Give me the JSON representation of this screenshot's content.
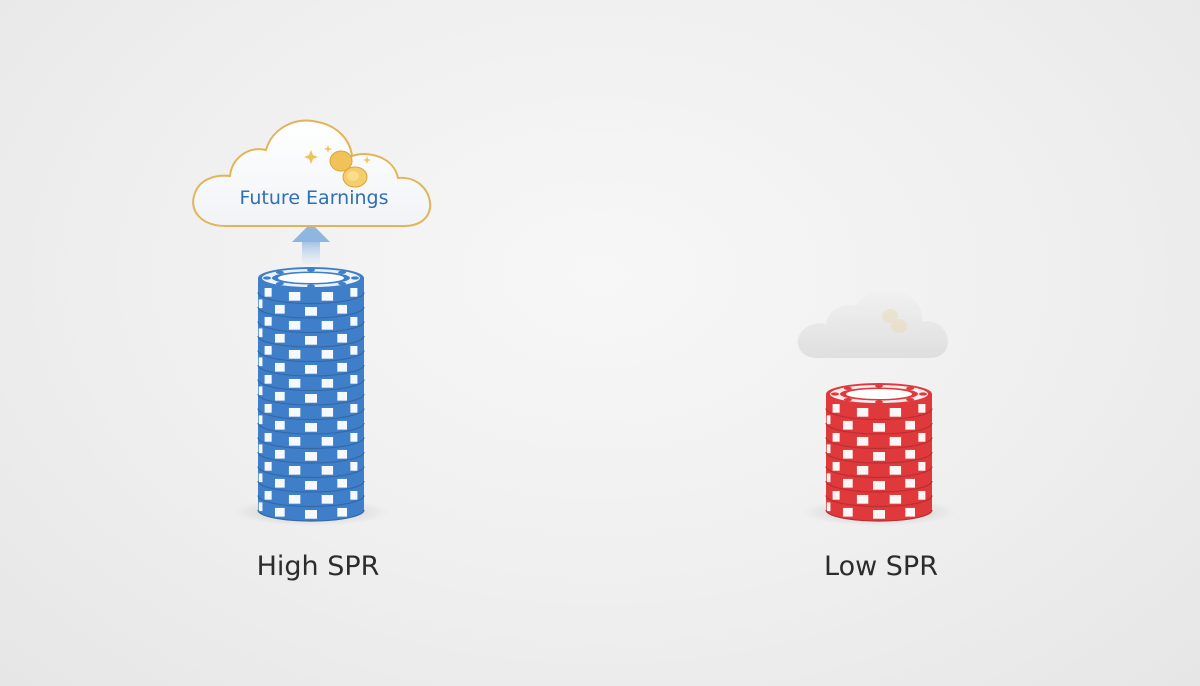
{
  "stacks": [
    {
      "id": "high",
      "label": "High SPR",
      "chip_count": 16,
      "color": "#3f7fc9"
    },
    {
      "id": "low",
      "label": "Low SPR",
      "chip_count": 8,
      "color": "#e0393c"
    }
  ],
  "cloud_active": {
    "text": "Future Earnings",
    "text_color": "#2f6fb5",
    "border_color": "#e2b458"
  },
  "cloud_faded": {
    "text": ""
  },
  "colors": {
    "coin": "#f2c25a",
    "arrow": "#8fb6e0"
  }
}
